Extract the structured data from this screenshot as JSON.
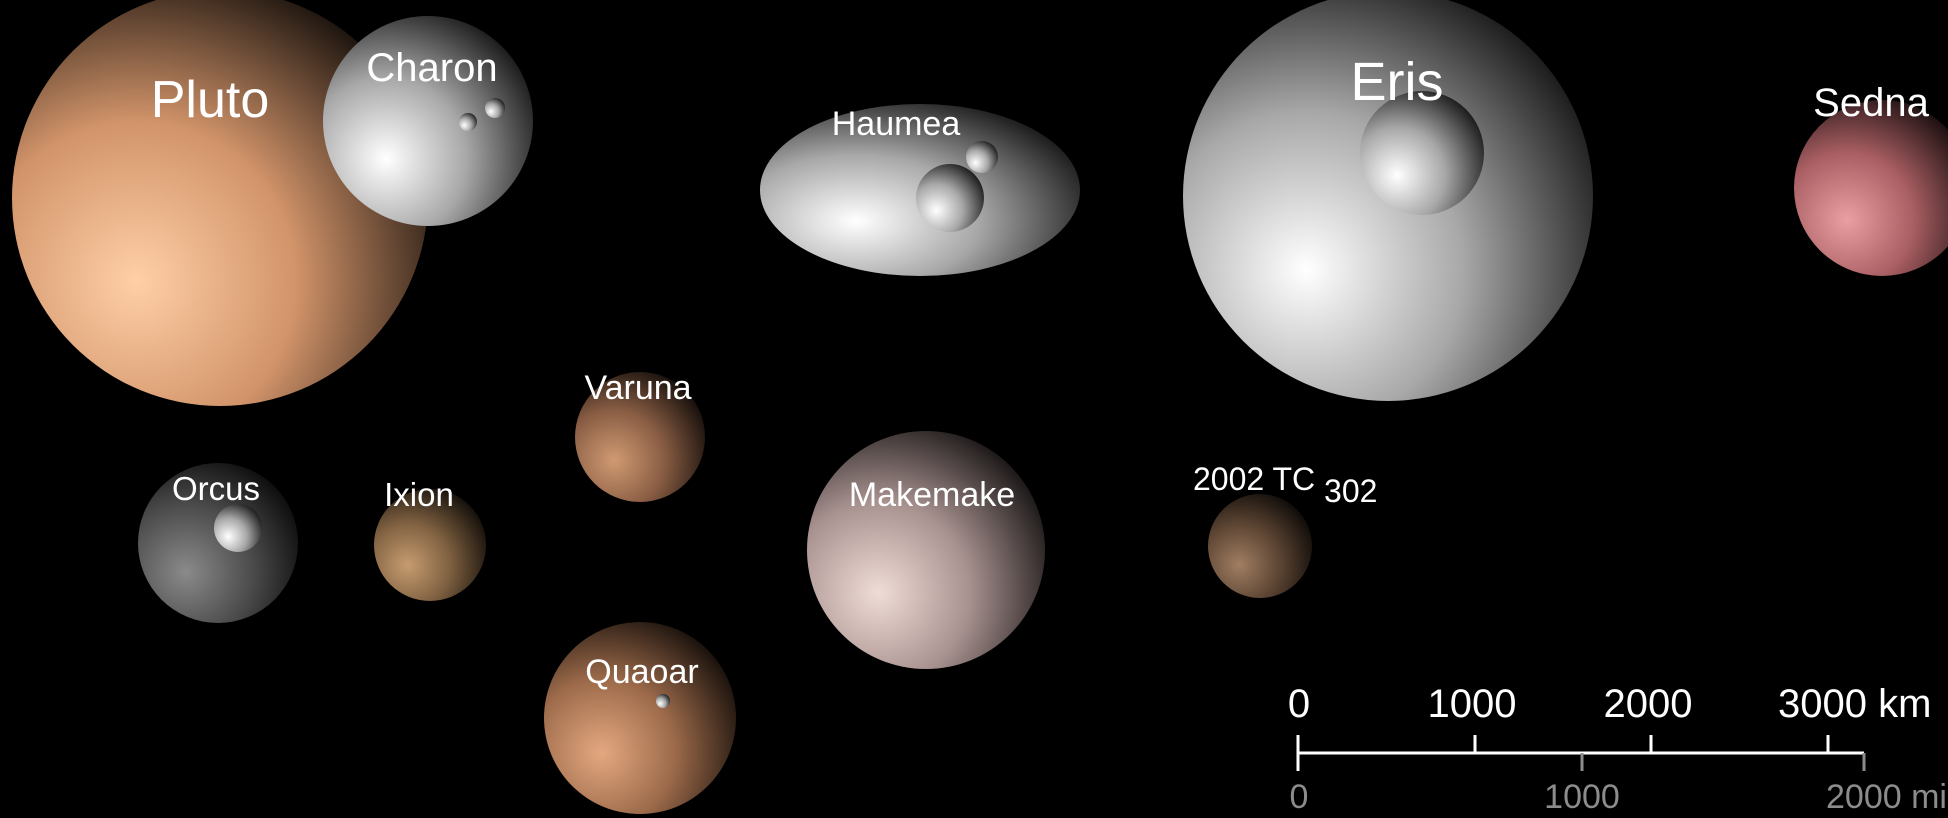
{
  "bodies": [
    {
      "name": "Pluto",
      "color": "#f4b98e"
    },
    {
      "name": "Charon",
      "color": "#e8e8e8"
    },
    {
      "name": "Haumea",
      "color": "#e4e4e4"
    },
    {
      "name": "Eris",
      "color": "#e6e6e6"
    },
    {
      "name": "Sedna",
      "color": "#d47c80"
    },
    {
      "name": "Varuna",
      "color": "#b07a58"
    },
    {
      "name": "Orcus",
      "color": "#6e6e6e"
    },
    {
      "name": "Ixion",
      "color": "#a5805a"
    },
    {
      "name": "Makemake",
      "color": "#d9c2bc"
    },
    {
      "name": "Quaoar",
      "color": "#c48a62"
    },
    {
      "name": "2002 TC",
      "subscript": "302",
      "color": "#8a6a52"
    }
  ],
  "scale": {
    "km_ticks": [
      "0",
      "1000",
      "2000",
      "3000 km"
    ],
    "mi_ticks": [
      "0",
      "1000",
      "2000 mi"
    ],
    "km_color": "#ffffff",
    "mi_color": "#8c8c8c"
  }
}
